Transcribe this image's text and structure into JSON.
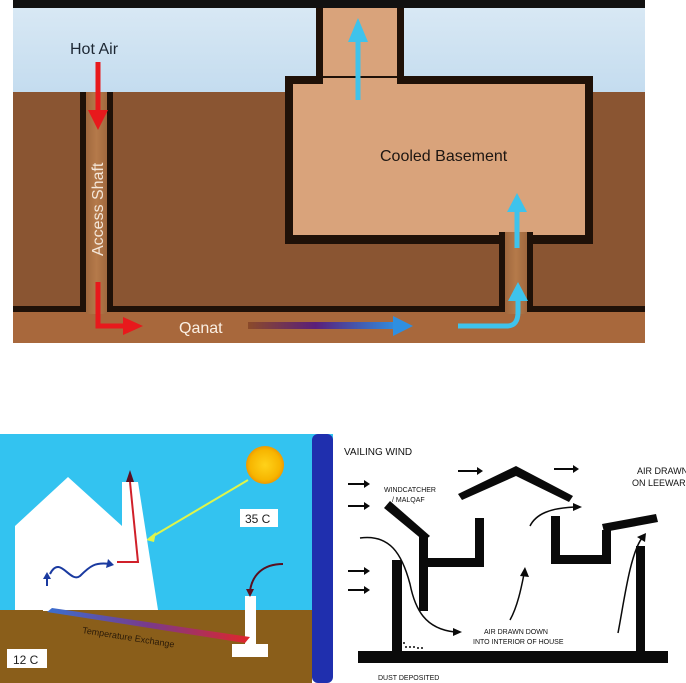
{
  "qanat_diagram": {
    "labels": {
      "hot_air": "Hot Air",
      "access_shaft": "Access Shaft",
      "cooled_basement": "Cooled Basement",
      "qanat": "Qanat"
    }
  },
  "temperature_diagram": {
    "labels": {
      "outside_temp": "35 C",
      "ground_temp": "12 C",
      "temperature_exchange": "Temperature Exchange"
    }
  },
  "windcatcher_diagram": {
    "labels": {
      "prevailing_wind": "VAILING WIND",
      "windcatcher_line1": "WINDCATCHER",
      "windcatcher_line2": "/ MALQAF",
      "air_drawn_leeward_line1": "AIR DRAWN",
      "air_drawn_leeward_line2": "ON LEEWAR",
      "air_drawn_down_line1": "AIR DRAWN DOWN",
      "air_drawn_down_line2": "INTO INTERIOR OF HOUSE",
      "dust_deposited": "DUST DEPOSITED"
    }
  }
}
